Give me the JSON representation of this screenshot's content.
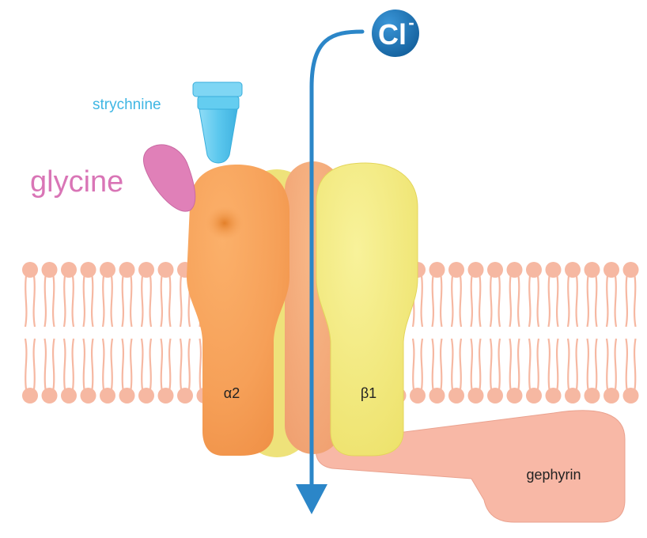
{
  "labels": {
    "ion_symbol": "Cl",
    "ion_charge": "-",
    "antagonist": "strychnine",
    "agonist": "glycine",
    "alpha_subunit": "α2",
    "beta_subunit": "β1",
    "anchor": "gephyrin"
  },
  "colors": {
    "lipid": "#f6b8a2",
    "alpha": "#f7a057",
    "alpha_back": "#f4b27a",
    "beta": "#f4ec7a",
    "beta_back": "#eee27a",
    "gephyrin": "#f8b8a6",
    "glycine": "#e080b8",
    "strychnine": "#5cc8ee",
    "ion": "#1e74b5",
    "arrow": "#2b86c8",
    "agonist_text": "#d975b6",
    "antagonist_text": "#3fb6e3"
  }
}
